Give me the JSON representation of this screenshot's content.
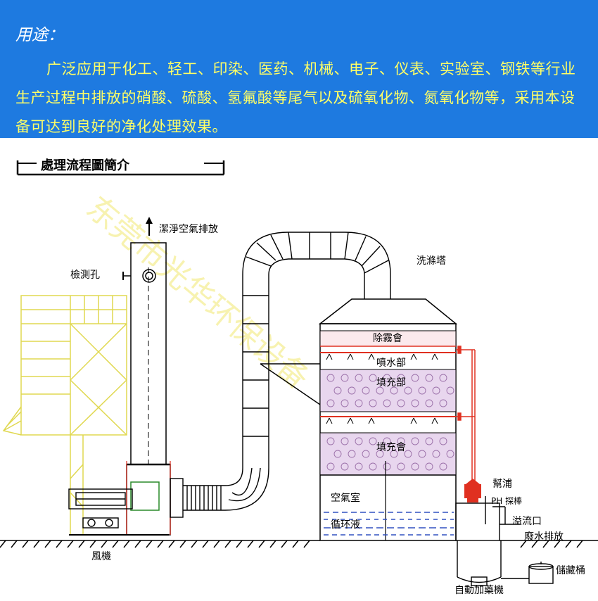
{
  "header": {
    "title": "用途：",
    "description": "广泛应用于化工、轻工、印染、医药、机械、电子、仪表、实验室、钢铁等行业生产过程中排放的硝酸、硫酸、氢氟酸等尾气以及硫氧化物、氮氧化物等，采用本设备可达到良好的净化处理效果。"
  },
  "diagram": {
    "title": "處理流程圖簡介",
    "labels": {
      "clean_air": "潔淨空氣排放",
      "detect_hole": "檢測孔",
      "tower": "洗滌塔",
      "demister": "除霧會",
      "spray": "噴水部",
      "packing1": "填充部",
      "packing2": "填充會",
      "air_room": "空氣室",
      "circulation": "循环液",
      "pump": "幫浦",
      "ph_probe": "PH 探棒",
      "overflow": "溢流口",
      "waste_water": "廢水排放",
      "fan": "風機",
      "storage": "儲藏桶",
      "auto_dosing": "自動加藥機"
    }
  },
  "colors": {
    "header_bg": "#1e7ae0",
    "header_title": "#ffffff",
    "header_text": "#ffff66",
    "pipe_red": "#e03020",
    "packing_fill": "#e8d6ee",
    "hood_yellow": "#e8e070",
    "water_blue": "#3050c0",
    "watermark": "#f2e870"
  }
}
